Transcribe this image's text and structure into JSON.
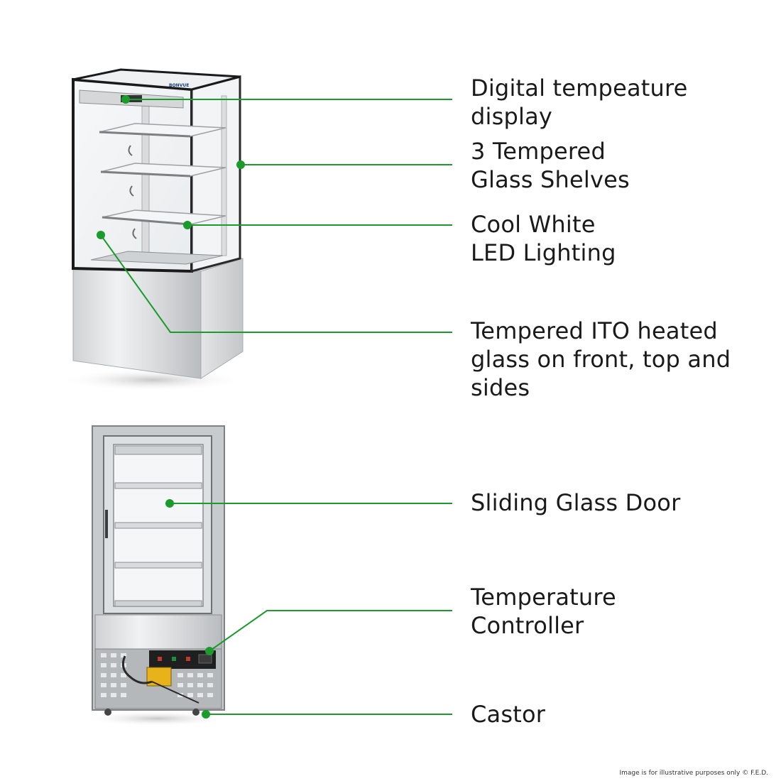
{
  "brand_text": "BONVUE",
  "accent_color": "#1a9b2c",
  "callouts": [
    {
      "lines": [
        "Digital tempeature",
        "display"
      ]
    },
    {
      "lines": [
        "3 Tempered",
        "Glass Shelves"
      ]
    },
    {
      "lines": [
        "Cool White",
        "LED Lighting"
      ]
    },
    {
      "lines": [
        "Tempered ITO heated",
        "glass on front, top and",
        "sides"
      ]
    },
    {
      "lines": [
        "Sliding Glass Door"
      ]
    },
    {
      "lines": [
        "Temperature",
        "Controller"
      ]
    },
    {
      "lines": [
        "Castor"
      ]
    }
  ],
  "footnote": "Image is for illustrative purposes only  © F.E.D."
}
